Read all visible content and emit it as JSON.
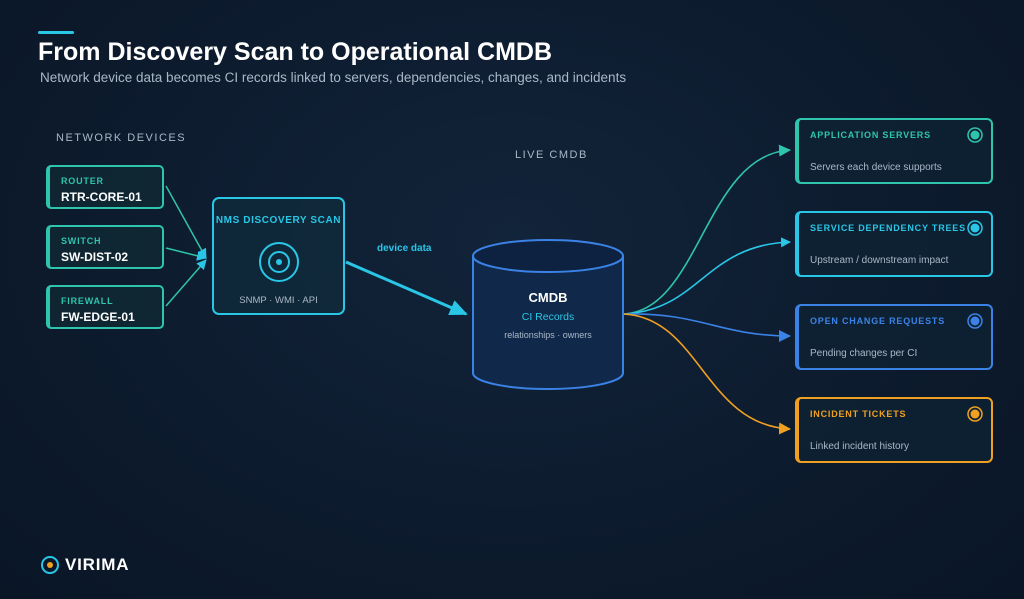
{
  "header": {
    "title": "From Discovery Scan to Operational CMDB",
    "subtitle": "Network device data becomes CI records linked to servers, dependencies, changes, and incidents"
  },
  "sections": {
    "network_devices": "NETWORK DEVICES",
    "live_cmdb": "LIVE CMDB"
  },
  "devices": [
    {
      "type": "ROUTER",
      "name": "RTR-CORE-01"
    },
    {
      "type": "SWITCH",
      "name": "SW-DIST-02"
    },
    {
      "type": "FIREWALL",
      "name": "FW-EDGE-01"
    }
  ],
  "scanner": {
    "title": "NMS DISCOVERY SCAN",
    "protocols": "SNMP · WMI · API",
    "icon": "target-icon"
  },
  "flow_label": "device data",
  "cmdb": {
    "title": "CMDB",
    "subtitle": "CI Records",
    "detail": "relationships · owners"
  },
  "outputs": [
    {
      "title": "APPLICATION SERVERS",
      "description": "Servers each device supports",
      "color": "#2ec4ad"
    },
    {
      "title": "SERVICE DEPENDENCY TREES",
      "description": "Upstream / downstream impact",
      "color": "#29c6e6"
    },
    {
      "title": "OPEN CHANGE REQUESTS",
      "description": "Pending changes per CI",
      "color": "#3b82e6"
    },
    {
      "title": "INCIDENT TICKETS",
      "description": "Linked incident history",
      "color": "#f0a020"
    }
  ],
  "colors": {
    "accent": "#29c6e6",
    "teal": "#2ec4ad",
    "blue": "#3b82e6",
    "orange": "#f0a020",
    "muted_text": "#a9b8c8"
  },
  "logo": {
    "text": "VIRIMA",
    "icon": "virima-logo-icon"
  }
}
